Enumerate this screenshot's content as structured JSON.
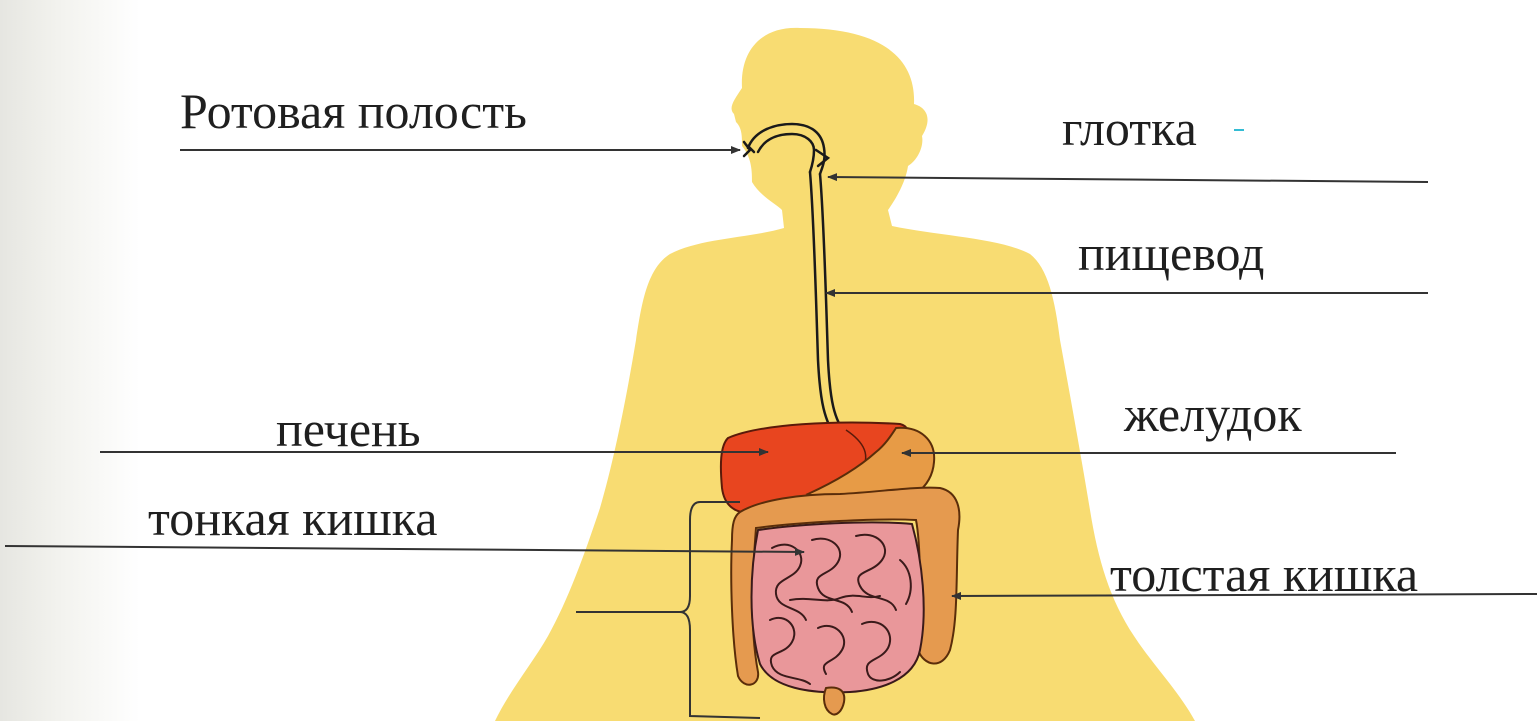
{
  "diagram": {
    "labels": {
      "mouth": "Ротовая полость",
      "pharynx": "глотка",
      "esophagus": "пищевод",
      "liver": "печень",
      "stomach": "желудок",
      "small_intestine": "тонкая кишка",
      "large_intestine": "толстая кишка"
    },
    "colors": {
      "body_silhouette": "#f8dc72",
      "liver": "#e8451f",
      "stomach": "#e79b46",
      "large_intestine": "#e59a4f",
      "small_intestine": "#e9979a",
      "leader_line": "#333333",
      "label_text": "#1f1f1f"
    }
  }
}
